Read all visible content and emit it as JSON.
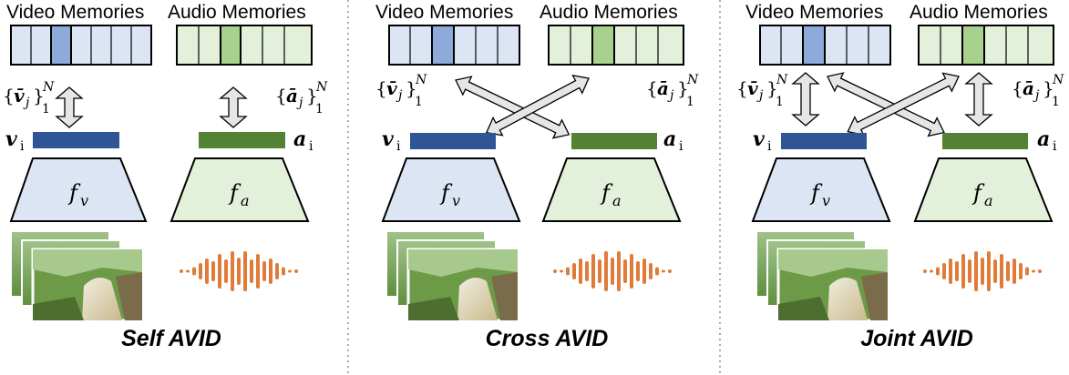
{
  "panels": [
    {
      "title": "Self AVID",
      "video_memories_label": "Video Memories",
      "audio_memories_label": "Audio Memories",
      "video_set": {
        "brace_open": "{",
        "symbol": "v̄",
        "sub_j": "j",
        "brace_close": "}",
        "sup": "N",
        "sub": "1"
      },
      "audio_set": {
        "brace_open": "{",
        "symbol": "ā",
        "sub_j": "j",
        "brace_close": "}",
        "sup": "N",
        "sub": "1"
      },
      "video_feature": {
        "symbol": "v",
        "sub": "i"
      },
      "audio_feature": {
        "symbol": "a",
        "sub": "i"
      },
      "video_encoder": {
        "symbol": "f",
        "sub": "v"
      },
      "audio_encoder": {
        "symbol": "f",
        "sub": "a"
      }
    },
    {
      "title": "Cross AVID",
      "video_memories_label": "Video Memories",
      "audio_memories_label": "Audio Memories",
      "video_set": {
        "brace_open": "{",
        "symbol": "v̄",
        "sub_j": "j",
        "brace_close": "}",
        "sup": "N",
        "sub": "1"
      },
      "audio_set": {
        "brace_open": "{",
        "symbol": "ā",
        "sub_j": "j",
        "brace_close": "}",
        "sup": "N",
        "sub": "1"
      },
      "video_feature": {
        "symbol": "v",
        "sub": "i"
      },
      "audio_feature": {
        "symbol": "a",
        "sub": "i"
      },
      "video_encoder": {
        "symbol": "f",
        "sub": "v"
      },
      "audio_encoder": {
        "symbol": "f",
        "sub": "a"
      }
    },
    {
      "title": "Joint AVID",
      "video_memories_label": "Video Memories",
      "audio_memories_label": "Audio Memories",
      "video_set": {
        "brace_open": "{",
        "symbol": "v̄",
        "sub_j": "j",
        "brace_close": "}",
        "sup": "N",
        "sub": "1"
      },
      "audio_set": {
        "brace_open": "{",
        "symbol": "ā",
        "sub_j": "j",
        "brace_close": "}",
        "sup": "N",
        "sub": "1"
      },
      "video_feature": {
        "symbol": "v",
        "sub": "i"
      },
      "audio_feature": {
        "symbol": "a",
        "sub": "i"
      },
      "video_encoder": {
        "symbol": "f",
        "sub": "v"
      },
      "audio_encoder": {
        "symbol": "f",
        "sub": "a"
      }
    }
  ],
  "colors": {
    "video_fill": "#dbe5f4",
    "video_highlight": "#8eaadb",
    "video_feature": "#2f5597",
    "audio_fill": "#e3f0da",
    "audio_highlight": "#a9d18e",
    "audio_feature": "#548235",
    "waveform": "#e07b39",
    "arrow_fill": "#e6e6e6",
    "divider": "#aaaaaa"
  },
  "icons": [
    "video-frames-icon",
    "audio-waveform-icon",
    "double-arrow-icon"
  ]
}
